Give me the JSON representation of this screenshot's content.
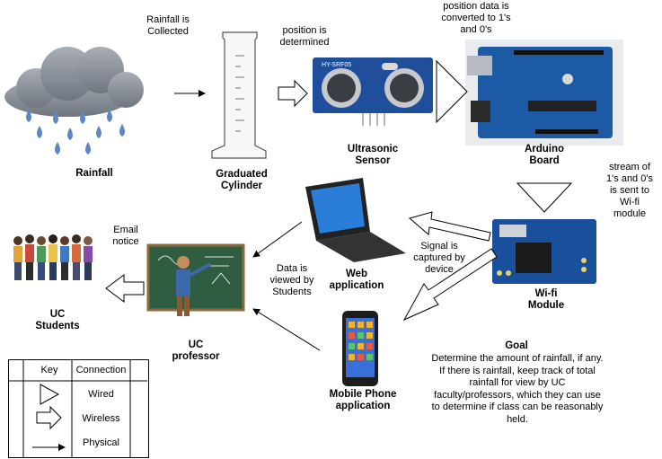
{
  "labels": {
    "rainfall_collected": "Rainfall is\nCollected",
    "position_determined": "position is\ndetermined",
    "converted": "position data is\nconverted to 1's\nand 0's",
    "stream_sent": "stream of\n1's and 0's\nis sent to\nWi-fi\nmodule",
    "signal_captured": "Signal is\ncaptured by\ndevice",
    "data_viewed": "Data is\nviewed by\nStudents",
    "email_notice": "Email\nnotice"
  },
  "nodes": {
    "rainfall": "Rainfall",
    "cylinder": "Graduated\nCylinder",
    "sensor": "Ultrasonic\nSensor",
    "sensor_model": "HY-SRF05",
    "arduino": "Arduino\nBoard",
    "wifi": "Wi-fi\nModule",
    "web": "Web\napplication",
    "mobile": "Mobile Phone\napplication",
    "professor": "UC\nprofessor",
    "students": "UC\nStudents"
  },
  "goal": {
    "title": "Goal",
    "text": "Determine the amount of rainfall, if any. If there is rainfall, keep track of total rainfall for view by UC faculty/professors, which they can use to determine if class can be reasonably held."
  },
  "key": {
    "col1": "Key",
    "col2": "Connection",
    "rows": [
      "Wired",
      "Wireless",
      "Physical"
    ]
  },
  "colors": {
    "cloud": "#8e959e",
    "rain": "#5c86c6",
    "pcb": "#1d5aa6",
    "chalkboard": "#2f5d42"
  }
}
